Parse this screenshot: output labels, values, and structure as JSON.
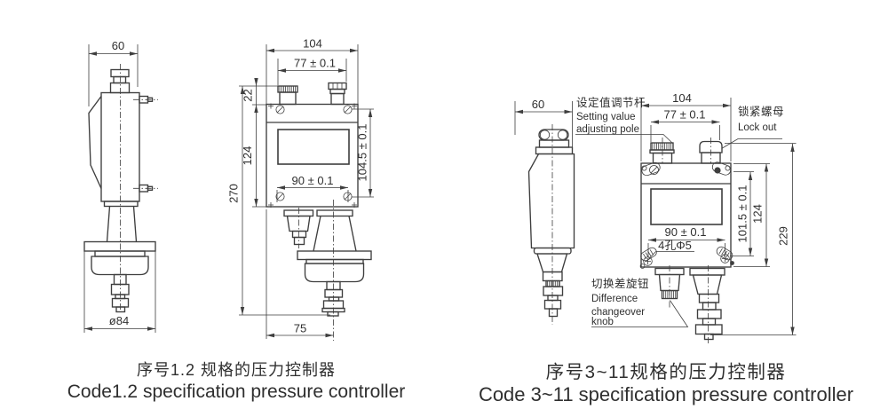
{
  "palette": {
    "ink": "#3e3e3e",
    "background": "#ffffff"
  },
  "figure_left": {
    "caption_zh": "序号1.2 规格的压力控制器",
    "caption_en": "Code1.2 specification pressure controller",
    "side_view": {
      "width_dim": "60",
      "base_diameter_dim": "ø84"
    },
    "front_view": {
      "width_dim": "104",
      "top_span_dim": "77 ± 0.1",
      "top_offset_dim": "22",
      "body_height_dim": "124",
      "overall_height_dim": "270",
      "bottom_span_dim": "90 ± 0.1",
      "side_height_dim": "104.5 ± 0.1",
      "bottom_offset_dim": "75"
    }
  },
  "figure_right": {
    "caption_zh": "序号3~11规格的压力控制器",
    "caption_en": "Code 3~11 specification pressure controller",
    "side_view": {
      "width_dim": "60"
    },
    "front_view": {
      "width_dim": "104",
      "top_span_dim": "77 ± 0.1",
      "bottom_span_dim": "90 ± 0.1",
      "holes_dim": "4孔Φ5",
      "side_height_dim": "101.5 ± 0.1",
      "body_height_dim": "124",
      "overall_height_dim": "229"
    },
    "callouts": {
      "setting_pole": {
        "zh": "设定值调节杆",
        "en_line1": "Setting value",
        "en_line2": "adjusting pole"
      },
      "lock_nut": {
        "zh": "锁紧螺母",
        "en": "Lock out"
      },
      "diff_knob": {
        "zh": "切换差旋钮",
        "en_line1": "Difference",
        "en_line2": "changeover",
        "en_line3": "knob"
      }
    }
  }
}
